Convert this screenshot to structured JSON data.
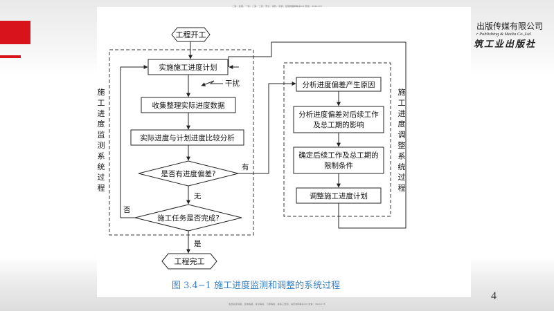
{
  "slide": {
    "notice_top": "二建、监理、一建、二造、二建、安全、消防、咨询、监理课程网联系QQ 微信：3849178",
    "notice_bottom": "免费资源领取，咨询答疑，考点串讲，习题精讲，模拟三套题，请查询网联系QQ 微信：3849178",
    "page_number": "4",
    "publisher_line1": "出版传媒有限公司",
    "publisher_line2": "r Publishing & Media Co.,Ltd",
    "publisher_line3": "筑工业出版社",
    "accent_color": "#d8131b",
    "caption_color": "#3b83c4"
  },
  "flowchart": {
    "start": "工程开工",
    "step_plan": "实施施工进度计划",
    "interference": "干扰",
    "step_collect": "收集整理实际进度数据",
    "step_compare": "实际进度与计划进度比较分析",
    "decision_deviation": "是否有进度偏差?",
    "label_yes_deviation": "有",
    "label_no_deviation": "无",
    "decision_complete": "施工任务是否完成?",
    "label_not_complete": "否",
    "label_complete": "是",
    "end": "工程完工",
    "monitor_system_label": [
      "施",
      "工",
      "进",
      "度",
      "监",
      "测",
      "系",
      "统",
      "过",
      "程"
    ],
    "adjust_system_label": [
      "施",
      "工",
      "进",
      "度",
      "调",
      "整",
      "系",
      "统",
      "过",
      "程"
    ],
    "adjust_step1": "分析进度偏差产生原因",
    "adjust_step2": [
      "分析进度偏差对后续工作",
      "及总工期的影响"
    ],
    "adjust_step3": [
      "确定后续工作及总工期的",
      "限制条件"
    ],
    "adjust_step4": "调整施工进度计划",
    "caption": "图 3.4−1   施工进度监测和调整的系统过程"
  }
}
